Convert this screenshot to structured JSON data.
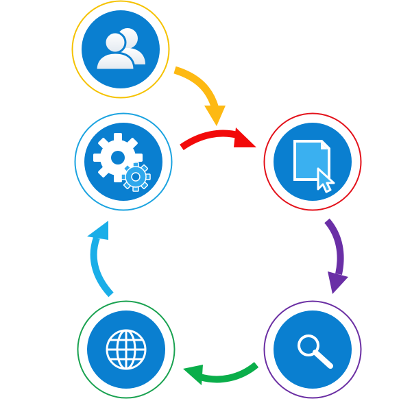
{
  "diagram": {
    "type": "cycle",
    "nodes": [
      {
        "id": "users",
        "icon": "users-icon",
        "ring_color": "#f5c200"
      },
      {
        "id": "settings",
        "icon": "gears-icon",
        "ring_color": "#1ba3e0"
      },
      {
        "id": "document",
        "icon": "document-cursor-icon",
        "ring_color": "#e3121b"
      },
      {
        "id": "search",
        "icon": "search-icon",
        "ring_color": "#6b2fa3"
      },
      {
        "id": "web",
        "icon": "globe-icon",
        "ring_color": "#1aa251"
      }
    ],
    "edges": [
      {
        "from": "users",
        "to": "document",
        "color": "#fdb913"
      },
      {
        "from": "settings",
        "to": "document",
        "color": "#f20a0a"
      },
      {
        "from": "document",
        "to": "search",
        "color": "#6a2fa6"
      },
      {
        "from": "search",
        "to": "web",
        "color": "#0aae4a"
      },
      {
        "from": "web",
        "to": "settings",
        "color": "#1aaee8"
      }
    ],
    "fill_color": "#0a7fd0"
  }
}
